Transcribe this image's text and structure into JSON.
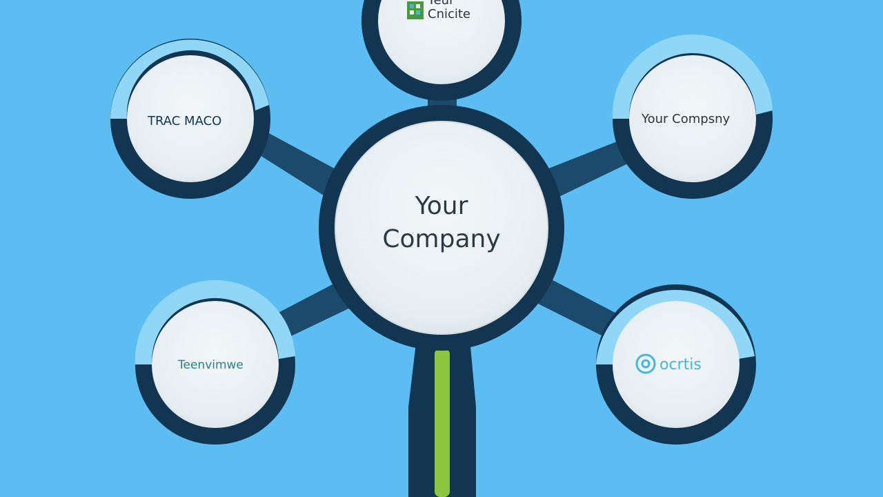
{
  "diagram": {
    "center": {
      "line1": "Your",
      "line2": "Company"
    },
    "nodes": [
      {
        "id": "top",
        "label_line1": "Yeur",
        "label_line2": "Cnicite",
        "has_logo_icon": true
      },
      {
        "id": "upper-left",
        "label": "TRAC MACO"
      },
      {
        "id": "upper-right",
        "label": "Your Compsny"
      },
      {
        "id": "lower-left",
        "label": "Teenvimwe"
      },
      {
        "id": "lower-right",
        "label": "ocrtis",
        "has_logo_icon": true
      }
    ]
  },
  "colors": {
    "background": "#5bbdf2",
    "ring_dark": "#123551",
    "ring_light": "#8fd6f7",
    "connector": "#1b4a6b",
    "disc_fill": "#eaf1f4",
    "center_text": "#2c3a44",
    "accent_green": "#8cc63f",
    "logo_blue": "#46b6dc",
    "logo_green": "#4a9a3a",
    "text_dark": "#2a3440"
  }
}
